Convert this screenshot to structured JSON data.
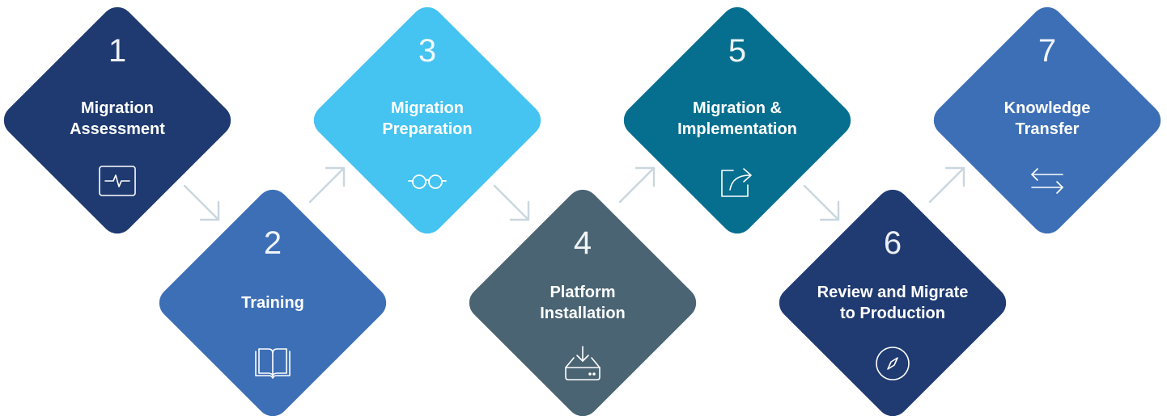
{
  "steps": [
    {
      "number": "1",
      "title_line1": "Migration",
      "title_line2": "Assessment",
      "icon": "activity-monitor-icon",
      "color": "#1f3a70"
    },
    {
      "number": "2",
      "title_line1": "Training",
      "title_line2": "",
      "icon": "open-book-icon",
      "color": "#3d6fb6"
    },
    {
      "number": "3",
      "title_line1": "Migration",
      "title_line2": "Preparation",
      "icon": "glasses-icon",
      "color": "#45c3f1"
    },
    {
      "number": "4",
      "title_line1": "Platform",
      "title_line2": "Installation",
      "icon": "download-drive-icon",
      "color": "#4a6473"
    },
    {
      "number": "5",
      "title_line1": "Migration &",
      "title_line2": "Implementation",
      "icon": "share-icon",
      "color": "#066f8f"
    },
    {
      "number": "6",
      "title_line1": "Review and Migrate",
      "title_line2": "to Production",
      "icon": "compass-icon",
      "color": "#203b72"
    },
    {
      "number": "7",
      "title_line1": "Knowledge",
      "title_line2": "Transfer",
      "icon": "exchange-arrows-icon",
      "color": "#3d6fb6"
    }
  ],
  "arrow_color": "#c9d6de"
}
